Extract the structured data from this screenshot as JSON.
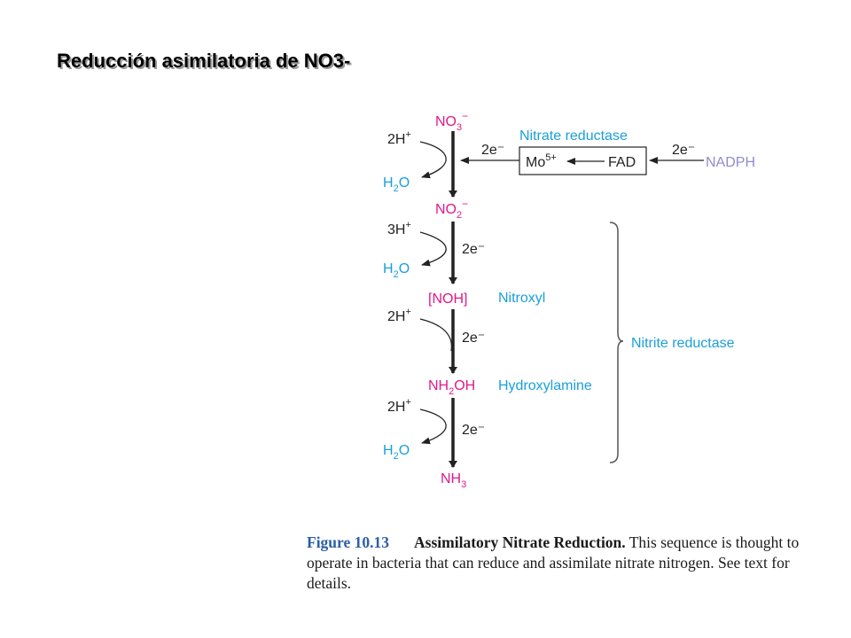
{
  "slide": {
    "title": "Reducción asimilatoria de NO3-"
  },
  "colors": {
    "compound": "#e0198b",
    "label": "#1a9fd9",
    "arrow": "#222222",
    "nadph": "#8e8ccf"
  },
  "diagram": {
    "compounds": {
      "nitrate": {
        "main": "NO",
        "sub": "3",
        "sup": "−"
      },
      "nitrite": {
        "main": "NO",
        "sub": "2",
        "sup": "−"
      },
      "nitroxyl": "[NOH]",
      "hydroxylamine": {
        "main1": "NH",
        "sub": "2",
        "main2": "OH"
      },
      "ammonia": {
        "main": "NH",
        "sub": "3"
      }
    },
    "names": {
      "nitroxyl": "Nitroxyl",
      "hydroxylamine": "Hydroxylamine"
    },
    "steps": [
      {
        "proton_num": "2H",
        "proton_sup": "+",
        "water_main": "H",
        "water_sub": "2",
        "water_end": "O"
      },
      {
        "proton_num": "3H",
        "proton_sup": "+",
        "water_main": "H",
        "water_sub": "2",
        "water_end": "O",
        "electrons": "2e⁻"
      },
      {
        "proton_num": "2H",
        "proton_sup": "+",
        "electrons": "2e⁻"
      },
      {
        "proton_num": "2H",
        "proton_sup": "+",
        "water_main": "H",
        "water_sub": "2",
        "water_end": "O",
        "electrons": "2e⁻"
      }
    ],
    "nitrate_reductase": {
      "label": "Nitrate reductase",
      "box_mo": "Mo",
      "box_mo_sup": "5+",
      "box_fad": "FAD",
      "electrons_in": "2e⁻",
      "electrons_out": "2e⁻",
      "donor": "NADPH"
    },
    "nitrite_reductase": {
      "label": "Nitrite reductase"
    }
  },
  "caption": {
    "label": "Figure 10.13",
    "title": "Assimilatory Nitrate Reduction.",
    "text": "This sequence is thought to operate in bacteria that can reduce and assimilate nitrate nitrogen. See text for details."
  }
}
